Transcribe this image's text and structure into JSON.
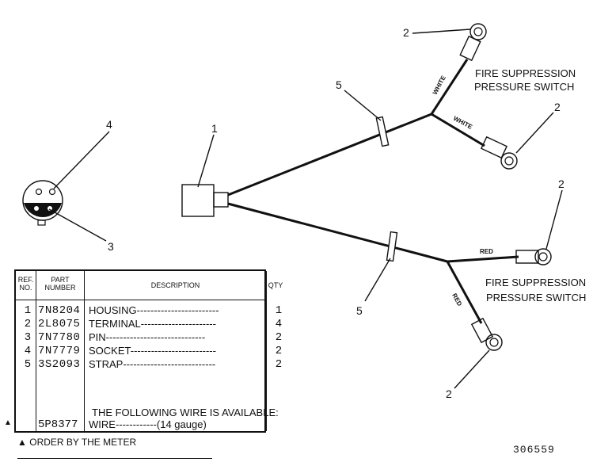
{
  "callouts": {
    "c1": "1",
    "c2a": "2",
    "c2b": "2",
    "c2c": "2",
    "c2d": "2",
    "c3": "3",
    "c4": "4",
    "c5a": "5",
    "c5b": "5"
  },
  "wire_labels": {
    "white_1": "WHITE",
    "white_2": "WHITE",
    "red_1": "RED",
    "red_2": "RED"
  },
  "switch_labels": {
    "upper_line1": "FIRE SUPPRESSION",
    "upper_line2": "PRESSURE SWITCH",
    "lower_line1": "FIRE SUPPRESSION",
    "lower_line2": "PRESSURE SWITCH"
  },
  "table": {
    "headers": {
      "ref": "REF. NO.",
      "part": "PART NUMBER",
      "desc": "DESCRIPTION",
      "qty": "QTY"
    },
    "rows": [
      {
        "ref": "1",
        "part": "7N8204",
        "desc": "HOUSING------------------------",
        "qty": "1"
      },
      {
        "ref": "2",
        "part": "2L8075",
        "desc": "TERMINAL----------------------",
        "qty": "4"
      },
      {
        "ref": "3",
        "part": "7N7780",
        "desc": "PIN-----------------------------",
        "qty": "2"
      },
      {
        "ref": "4",
        "part": "7N7779",
        "desc": "SOCKET-------------------------",
        "qty": "2"
      },
      {
        "ref": "5",
        "part": "3S2093",
        "desc": "STRAP---------------------------",
        "qty": "2"
      }
    ],
    "wire_note": "THE FOLLOWING WIRE IS AVAILABLE:",
    "wire_row": {
      "part": "5P8377",
      "desc": "WIRE------------(14 gauge)"
    }
  },
  "footnote": {
    "mark": "▲",
    "text": "ORDER BY THE METER"
  },
  "drawing_number": "306559"
}
